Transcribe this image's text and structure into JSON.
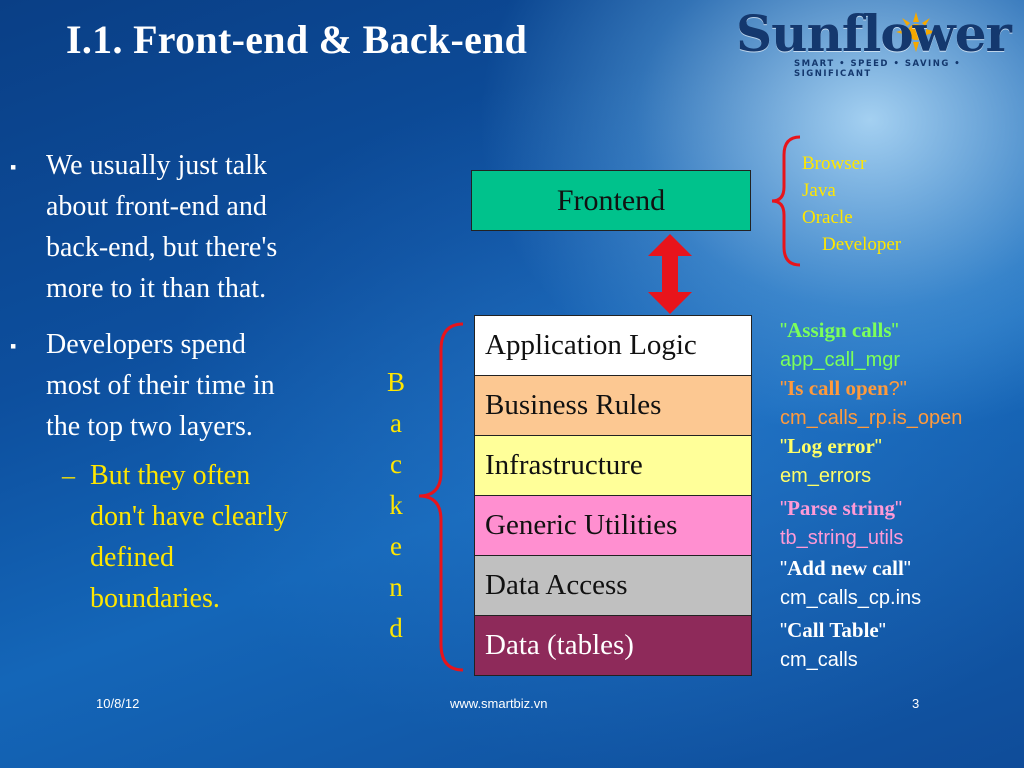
{
  "slide": {
    "title": "I.1. Front-end & Back-end"
  },
  "logo": {
    "name": "Sunflower",
    "tagline": "SMART • SPEED • SAVING • SIGNIFICANT"
  },
  "bullets": [
    {
      "level": 1,
      "text_lines": [
        "We usually just talk",
        "about front-end and",
        "back-end, but there's",
        "more to it than that."
      ]
    },
    {
      "level": 1,
      "text_lines": [
        "Developers spend",
        "most of their time in",
        "the top two layers."
      ]
    },
    {
      "level": 2,
      "text_lines": [
        "But they often",
        "don't have clearly",
        "defined",
        "boundaries."
      ]
    }
  ],
  "markers": {
    "level1": "▪",
    "level2": "–"
  },
  "diagram": {
    "frontend": "Frontend",
    "browser_list": [
      "Browser",
      "Java",
      "Oracle",
      "Developer"
    ],
    "backend_letters": [
      "B",
      "a",
      "c",
      "k",
      "e",
      "n",
      "d"
    ],
    "layers": [
      {
        "label": "Application Logic",
        "color": "#ffffff"
      },
      {
        "label": "Business Rules",
        "color": "#fcc892"
      },
      {
        "label": "Infrastructure",
        "color": "#ffff99"
      },
      {
        "label": "Generic Utilities",
        "color": "#ff8fd0"
      },
      {
        "label": "Data Access",
        "color": "#c0c0c0"
      },
      {
        "label": "Data (tables)",
        "color": "#8e2a5a"
      }
    ],
    "annotations": [
      {
        "quoted": "Assign calls",
        "tail": "\"",
        "code": "app_call_mgr",
        "color": "#7cff5a"
      },
      {
        "quoted": "Is call open",
        "tail": "?\"",
        "code": "cm_calls_rp.is_open",
        "color": "#ff9a3c"
      },
      {
        "quoted": "Log error",
        "tail": "\"",
        "code": "em_errors",
        "color": "#ffff66"
      },
      {
        "quoted": "Parse string",
        "tail": "\"",
        "code": "tb_string_utils",
        "color": "#ff9ad6"
      },
      {
        "quoted": "Add new call",
        "tail": "\"",
        "code": "cm_calls_cp.ins",
        "color": "#ffffff"
      },
      {
        "quoted": "Call Table",
        "tail": "\"",
        "code": "cm_calls",
        "color": "#ffffff"
      }
    ],
    "colors": {
      "frontend_fill": "#00c28c",
      "arrow": "#e8141b",
      "bracket": "#e8141b",
      "backend_text": "#ffe600"
    }
  },
  "footer": {
    "date": "10/8/12",
    "url": "www.smartbiz.vn",
    "page": "3"
  }
}
